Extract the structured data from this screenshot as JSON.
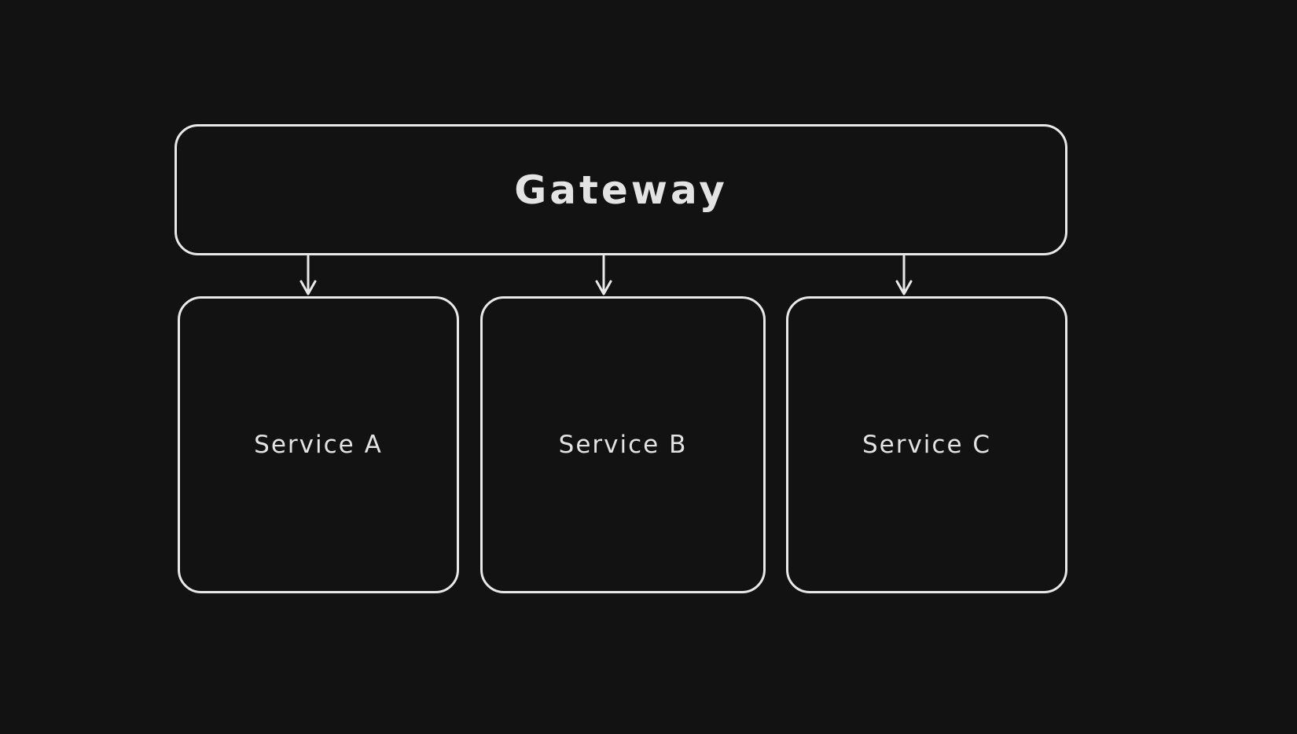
{
  "diagram": {
    "type": "flow-diagram",
    "theme": "dark",
    "colors": {
      "background": "#121212",
      "stroke": "#e8e8e8",
      "text": "#e3e3e3"
    },
    "nodes": [
      {
        "id": "gateway",
        "label": "Gateway"
      },
      {
        "id": "service-a",
        "label": "Service A"
      },
      {
        "id": "service-b",
        "label": "Service B"
      },
      {
        "id": "service-c",
        "label": "Service C"
      }
    ],
    "edges": [
      {
        "from": "gateway",
        "to": "service-a",
        "style": "arrow-down"
      },
      {
        "from": "gateway",
        "to": "service-b",
        "style": "arrow-down"
      },
      {
        "from": "gateway",
        "to": "service-c",
        "style": "arrow-down"
      }
    ]
  }
}
